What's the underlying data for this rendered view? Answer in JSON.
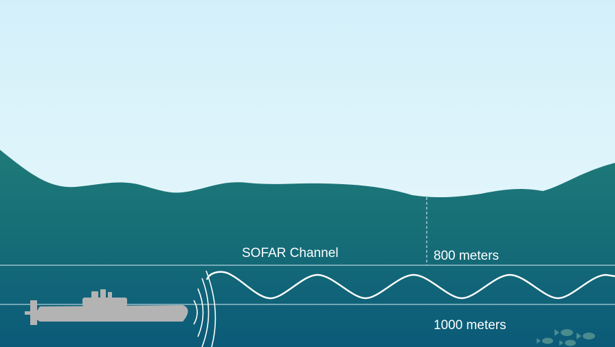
{
  "diagram": {
    "channel_label": "SOFAR Channel",
    "depth_upper_label": "800 meters",
    "depth_lower_label": "1000 meters"
  },
  "colors": {
    "sky_top": "#d6f1fa",
    "sky_bottom": "#e9f8fc",
    "land_top": "#1f7a78",
    "ocean_bottom": "#0b5a78",
    "channel_line": "#d9eef4",
    "wave": "#ffffff",
    "submarine": "#b3b3b3",
    "fish": "#4a8c8e"
  },
  "icons": {
    "vessel": "submarine-icon",
    "sound_source": "sound-waves-icon",
    "marine_life": "fish-icon"
  }
}
